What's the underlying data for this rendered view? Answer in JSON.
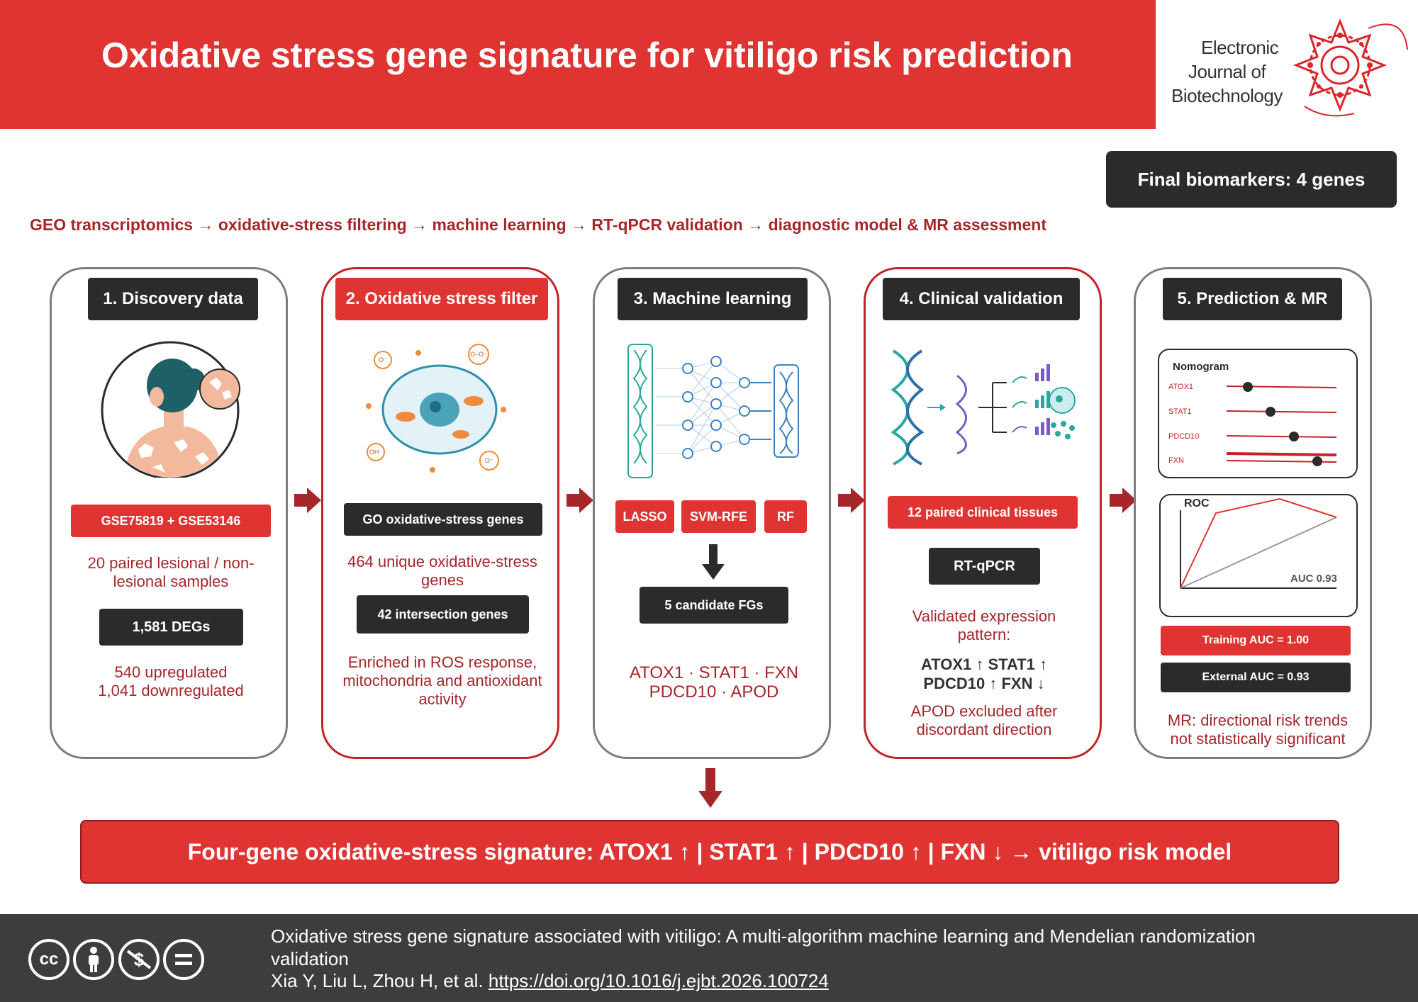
{
  "header": {
    "title": "Oxidative stress gene signature for vitiligo risk prediction",
    "journal_line1": "Electronic",
    "journal_line2": "Journal of",
    "journal_line3": "Biotechnology"
  },
  "final_badge": "Final biomarkers: 4 genes",
  "pipeline": "GEO transcriptomics → oxidative-stress filtering → machine learning → RT-qPCR validation → diagnostic model & MR assessment",
  "panels": [
    {
      "title": "1. Discovery data",
      "chip1": "GSE75819 + GSE53146",
      "text1": "20 paired lesional / non-lesional samples",
      "chip2": "1,581 DEGs",
      "text2a": "540 upregulated",
      "text2b": "1,041 downregulated"
    },
    {
      "title": "2. Oxidative stress filter",
      "chip1": "GO oxidative-stress genes",
      "text1": "464 unique oxidative-stress genes",
      "chip2": "42 intersection genes",
      "text2": "Enriched in ROS response, mitochondria and antioxidant activity",
      "ros_labels": [
        "O⁻",
        "O–O⁻",
        "OH⁻",
        "O⁻"
      ]
    },
    {
      "title": "3. Machine learning",
      "chips": [
        "LASSO",
        "SVM-RFE",
        "RF"
      ],
      "chip2": "5 candidate FGs",
      "text1": "ATOX1 · STAT1 · FXN",
      "text2": "PDCD10 · APOD"
    },
    {
      "title": "4. Clinical validation",
      "chip1": "12 paired clinical tissues",
      "chip2": "RT-qPCR",
      "text1": "Validated expression pattern:",
      "genes1": "ATOX1 ↑  STAT1 ↑",
      "genes2": "PDCD10 ↑  FXN ↓",
      "text2": "APOD excluded after discordant direction"
    },
    {
      "title": "5. Prediction & MR",
      "nomogram_title": "Nomogram",
      "nomogram_rows": [
        "ATOX1",
        "STAT1",
        "PDCD10",
        "FXN"
      ],
      "roc_title": "ROC",
      "roc_auc": "AUC 0.93",
      "chip1": "Training AUC = 1.00",
      "chip2": "External AUC = 0.93",
      "text1": "MR: directional risk trends not statistically significant"
    }
  ],
  "summary": "Four-gene oxidative-stress signature:  ATOX1 ↑  |  STAT1 ↑  |  PDCD10 ↑  |  FXN ↓  → vitiligo risk model",
  "footer": {
    "citation_title": "Oxidative stress gene signature associated with vitiligo: A multi-algorithm machine learning and Mendelian randomization validation",
    "authors": "Xia Y, Liu L, Zhou H, et al.",
    "doi": "https://doi.org/10.1016/j.ejbt.2026.100724",
    "cc_icons": [
      "cc-icon",
      "by-icon",
      "nc-icon",
      "nd-icon"
    ]
  },
  "colors": {
    "brand_red": "#df3431",
    "dark": "#2b2b2b",
    "text_red": "#a6262a"
  }
}
